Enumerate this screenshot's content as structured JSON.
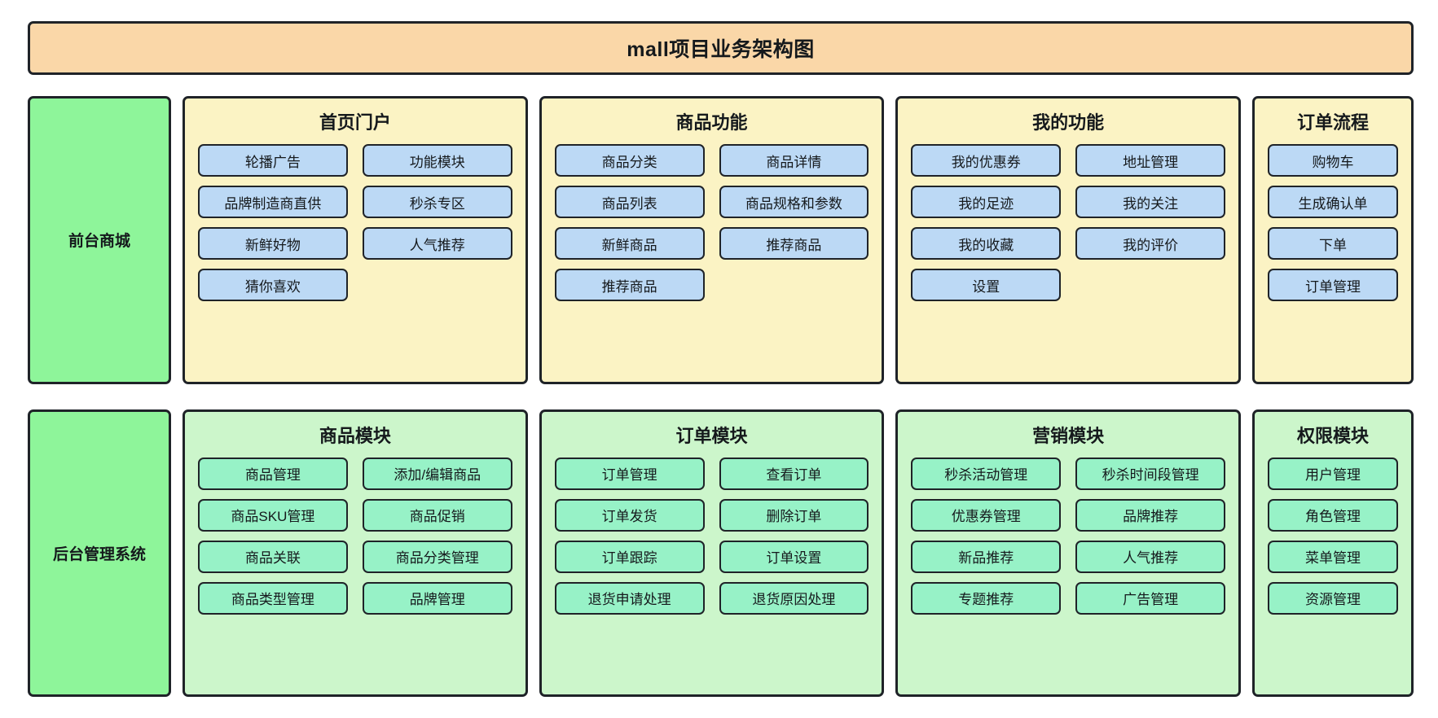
{
  "title": "mall项目业务架构图",
  "colors": {
    "title_bg": "#fad7a8",
    "tier_label_bg": "#8ef59a",
    "front_group_bg": "#fbf3c4",
    "front_item_bg": "#bcd9f5",
    "back_group_bg": "#ccf6cb",
    "back_item_bg": "#97f2c7",
    "border": "#1f2328"
  },
  "tiers": [
    {
      "label": "前台商城",
      "groups": [
        {
          "title": "首页门户",
          "columns": 2,
          "items": [
            "轮播广告",
            "功能模块",
            "品牌制造商直供",
            "秒杀专区",
            "新鲜好物",
            "人气推荐",
            "猜你喜欢"
          ]
        },
        {
          "title": "商品功能",
          "columns": 2,
          "items": [
            "商品分类",
            "商品详情",
            "商品列表",
            "商品规格和参数",
            "新鲜商品",
            "推荐商品",
            "推荐商品"
          ]
        },
        {
          "title": "我的功能",
          "columns": 2,
          "items": [
            "我的优惠券",
            "地址管理",
            "我的足迹",
            "我的关注",
            "我的收藏",
            "我的评价",
            "设置"
          ]
        },
        {
          "title": "订单流程",
          "columns": 1,
          "items": [
            "购物车",
            "生成确认单",
            "下单",
            "订单管理"
          ]
        }
      ]
    },
    {
      "label": "后台管理系统",
      "groups": [
        {
          "title": "商品模块",
          "columns": 2,
          "items": [
            "商品管理",
            "添加/编辑商品",
            "商品SKU管理",
            "商品促销",
            "商品关联",
            "商品分类管理",
            "商品类型管理",
            "品牌管理"
          ]
        },
        {
          "title": "订单模块",
          "columns": 2,
          "items": [
            "订单管理",
            "查看订单",
            "订单发货",
            "删除订单",
            "订单跟踪",
            "订单设置",
            "退货申请处理",
            "退货原因处理"
          ]
        },
        {
          "title": "营销模块",
          "columns": 2,
          "items": [
            "秒杀活动管理",
            "秒杀时间段管理",
            "优惠券管理",
            "品牌推荐",
            "新品推荐",
            "人气推荐",
            "专题推荐",
            "广告管理"
          ]
        },
        {
          "title": "权限模块",
          "columns": 1,
          "items": [
            "用户管理",
            "角色管理",
            "菜单管理",
            "资源管理"
          ]
        }
      ]
    }
  ]
}
